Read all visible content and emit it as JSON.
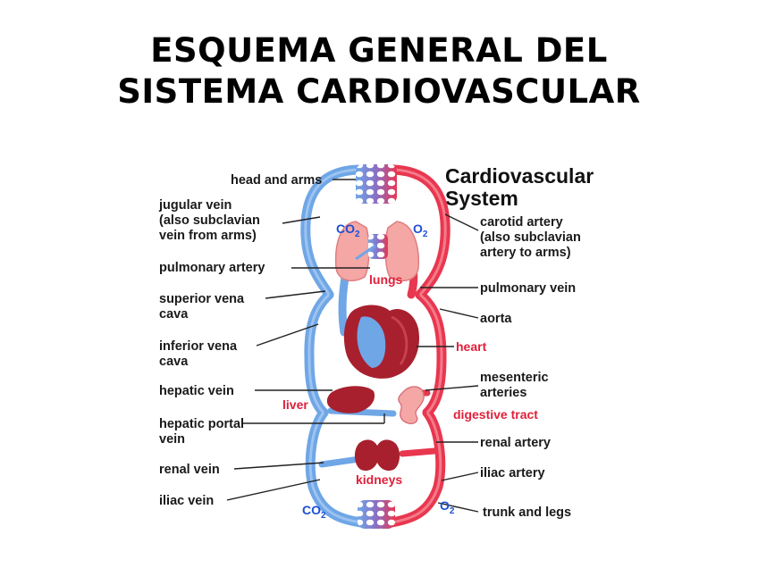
{
  "title": {
    "line1": "ESQUEMA GENERAL DEL",
    "line2": "SISTEMA CARDIOVASCULAR"
  },
  "diagram_title": {
    "line1": "Cardiovascular",
    "line2": "System"
  },
  "left_labels": {
    "head_arms": "head and arms",
    "jugular1": "jugular vein",
    "jugular2": "(also subclavian",
    "jugular3": "vein from arms)",
    "pulmonary_artery": "pulmonary artery",
    "svc1": "superior vena",
    "svc2": "cava",
    "ivc1": "inferior vena",
    "ivc2": "cava",
    "hepatic_vein": "hepatic vein",
    "portal1": "hepatic portal",
    "portal2": "vein",
    "renal_vein": "renal vein",
    "iliac_vein": "iliac vein"
  },
  "right_labels": {
    "carotid1": "carotid artery",
    "carotid2": "(also subclavian",
    "carotid3": "artery to arms)",
    "pulmonary_vein": "pulmonary vein",
    "aorta": "aorta",
    "mesenteric1": "mesenteric",
    "mesenteric2": "arteries",
    "renal_artery": "renal artery",
    "iliac_artery": "iliac artery",
    "trunk_legs": "trunk and legs"
  },
  "organ_labels": {
    "lungs": "lungs",
    "heart": "heart",
    "liver": "liver",
    "digestive": "digestive tract",
    "kidneys": "kidneys"
  },
  "gas_labels": {
    "co2_top": "CO",
    "co2_top_sub": "2",
    "o2_top": "O",
    "o2_top_sub": "2",
    "co2_bottom": "CO",
    "co2_bottom_sub": "2",
    "o2_bottom": "O",
    "o2_bottom_sub": "2"
  },
  "colors": {
    "artery": "#e8374f",
    "vein": "#6fa6e6",
    "organ": "#a8202e",
    "text_red": "#e0203a",
    "text_blue": "#1d4fd6"
  }
}
